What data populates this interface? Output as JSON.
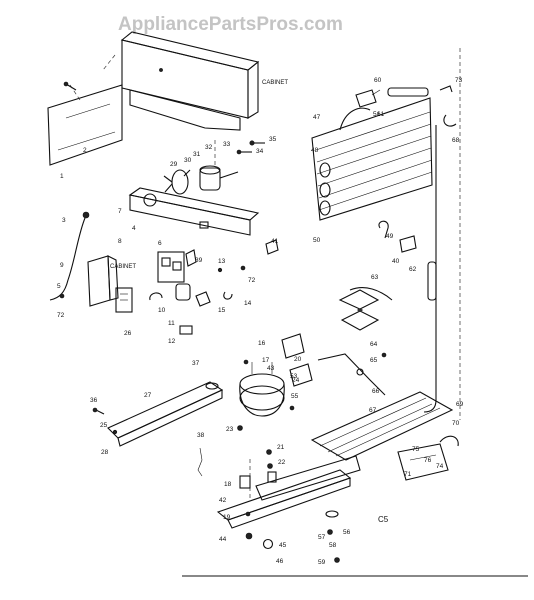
{
  "watermark": "AppliancePartsPros.com",
  "cabinet_labels": [
    "CABINET",
    "CABINET"
  ],
  "diagram_code": "C5",
  "callouts": [
    {
      "id": "c1",
      "text": "1"
    },
    {
      "id": "c2",
      "text": "2"
    },
    {
      "id": "c3",
      "text": "3"
    },
    {
      "id": "c4",
      "text": "4"
    },
    {
      "id": "c5",
      "text": "5"
    },
    {
      "id": "c6",
      "text": "6"
    },
    {
      "id": "c7",
      "text": "7"
    },
    {
      "id": "c8",
      "text": "8"
    },
    {
      "id": "c9",
      "text": "9"
    },
    {
      "id": "c10",
      "text": "10"
    },
    {
      "id": "c11",
      "text": "11"
    },
    {
      "id": "c12",
      "text": "12"
    },
    {
      "id": "c13",
      "text": "13"
    },
    {
      "id": "c14",
      "text": "14"
    },
    {
      "id": "c15",
      "text": "15"
    },
    {
      "id": "c16",
      "text": "16"
    },
    {
      "id": "c17",
      "text": "17"
    },
    {
      "id": "c18",
      "text": "18"
    },
    {
      "id": "c19",
      "text": "19"
    },
    {
      "id": "c20",
      "text": "20"
    },
    {
      "id": "c21",
      "text": "21"
    },
    {
      "id": "c22",
      "text": "22"
    },
    {
      "id": "c23",
      "text": "23"
    },
    {
      "id": "c24",
      "text": "24"
    },
    {
      "id": "c25",
      "text": "25"
    },
    {
      "id": "c26",
      "text": "26"
    },
    {
      "id": "c27",
      "text": "27"
    },
    {
      "id": "c28",
      "text": "28"
    },
    {
      "id": "c29",
      "text": "29"
    },
    {
      "id": "c30",
      "text": "30"
    },
    {
      "id": "c31",
      "text": "31"
    },
    {
      "id": "c32",
      "text": "32"
    },
    {
      "id": "c33",
      "text": "33"
    },
    {
      "id": "c34",
      "text": "34"
    },
    {
      "id": "c35",
      "text": "35"
    },
    {
      "id": "c36",
      "text": "36"
    },
    {
      "id": "c37",
      "text": "37"
    },
    {
      "id": "c38",
      "text": "38"
    },
    {
      "id": "c39",
      "text": "39"
    },
    {
      "id": "c40",
      "text": "40"
    },
    {
      "id": "c41",
      "text": "41"
    },
    {
      "id": "c42",
      "text": "42"
    },
    {
      "id": "c43",
      "text": "43"
    },
    {
      "id": "c44",
      "text": "44"
    },
    {
      "id": "c45",
      "text": "45"
    },
    {
      "id": "c46",
      "text": "46"
    },
    {
      "id": "c47",
      "text": "47"
    },
    {
      "id": "c48",
      "text": "48"
    },
    {
      "id": "c49",
      "text": "49"
    },
    {
      "id": "c50",
      "text": "50"
    },
    {
      "id": "c51",
      "text": "51"
    },
    {
      "id": "c53",
      "text": "53"
    },
    {
      "id": "c55",
      "text": "55"
    },
    {
      "id": "c56",
      "text": "56"
    },
    {
      "id": "c57",
      "text": "57"
    },
    {
      "id": "c58",
      "text": "58"
    },
    {
      "id": "c59",
      "text": "59"
    },
    {
      "id": "c60",
      "text": "60"
    },
    {
      "id": "c61",
      "text": "61"
    },
    {
      "id": "c62",
      "text": "62"
    },
    {
      "id": "c63",
      "text": "63"
    },
    {
      "id": "c64",
      "text": "64"
    },
    {
      "id": "c65",
      "text": "65"
    },
    {
      "id": "c66",
      "text": "66"
    },
    {
      "id": "c67",
      "text": "67"
    },
    {
      "id": "c68",
      "text": "68"
    },
    {
      "id": "c69",
      "text": "69"
    },
    {
      "id": "c70",
      "text": "70"
    },
    {
      "id": "c71",
      "text": "71"
    },
    {
      "id": "c72",
      "text": "72"
    },
    {
      "id": "c72b",
      "text": "72"
    },
    {
      "id": "c73",
      "text": "73"
    },
    {
      "id": "c74",
      "text": "74"
    },
    {
      "id": "c75",
      "text": "75"
    },
    {
      "id": "c76",
      "text": "76"
    }
  ]
}
